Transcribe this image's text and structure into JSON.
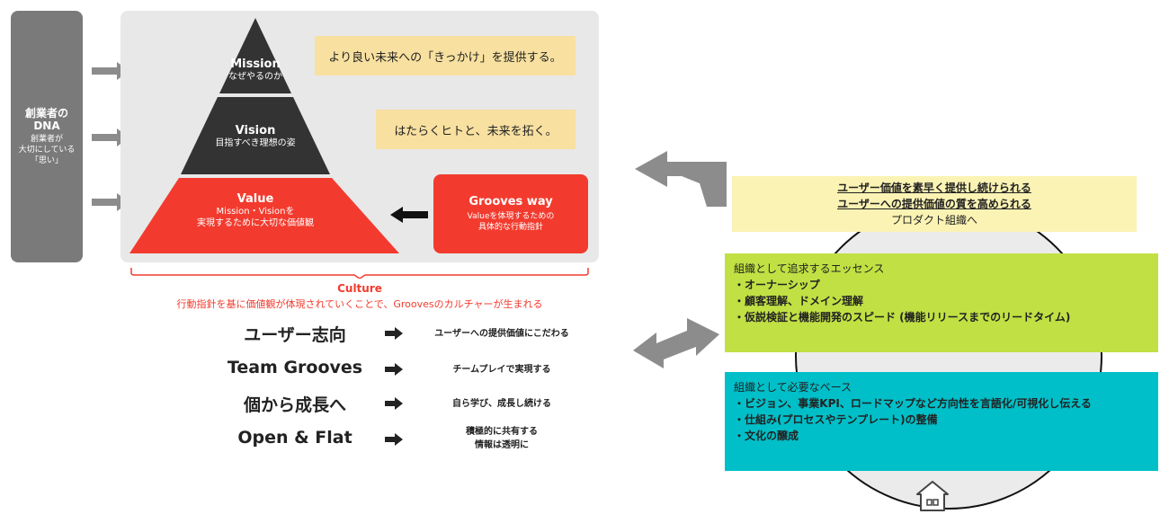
{
  "dna": {
    "title_line1": "創業者の",
    "title_line2": "DNA",
    "sub_line1": "創業者が",
    "sub_line2": "大切にしている",
    "sub_line3": "「思い」"
  },
  "pyramid": {
    "mission_title": "Mission",
    "mission_sub": "なぜやるのか",
    "vision_title": "Vision",
    "vision_sub": "目指すべき理想の姿",
    "value_title": "Value",
    "value_sub1": "Mission・Visionを",
    "value_sub2": "実現するために大切な価値観"
  },
  "mission_statement": "より良い未来への「きっかけ」を提供する。",
  "vision_statement": "はたらくヒトと、未来を拓く。",
  "grooves_way": {
    "title": "Grooves way",
    "sub1": "Valueを体現するための",
    "sub2": "具体的な行動指針"
  },
  "culture": {
    "title": "Culture",
    "description": "行動指針を基に価値観が体現されていくことで、Groovesのカルチャーが生まれる"
  },
  "values": [
    {
      "name": "ユーザー志向",
      "desc1": "ユーザーへの提供価値にこだわる",
      "desc2": ""
    },
    {
      "name": "Team Grooves",
      "desc1": "チームプレイで実現する",
      "desc2": ""
    },
    {
      "name": "個から成長へ",
      "desc1": "自ら学び、成長し続ける",
      "desc2": ""
    },
    {
      "name": "Open & Flat",
      "desc1": "積極的に共有する",
      "desc2": "情報は透明に"
    }
  ],
  "product_org": {
    "line1": "ユーザー価値を素早く提供し続けられる",
    "line2": "ユーザーへの提供価値の質を高められる",
    "line3": "プロダクト組織へ"
  },
  "essence": {
    "title": "組織として追求するエッセンス",
    "items": [
      "・オーナーシップ",
      "・顧客理解、ドメイン理解",
      "・仮説検証と機能開発のスピード (機能リリースまでのリードタイム)"
    ]
  },
  "base": {
    "title": "組織として必要なベース",
    "items": [
      "・ビジョン、事業KPI、ロードマップなど方向性を言語化/可視化し伝える",
      "・仕組み(プロセスやテンプレート)の整備",
      "・文化の醸成"
    ]
  },
  "colors": {
    "pyramid_dark": "#333333",
    "value_red": "#f23b2e",
    "statement_yellow": "#f8e0a0",
    "pale_yellow": "#fbf3b3",
    "essence_green": "#c1e043",
    "base_teal": "#00bfc8",
    "gray_arrow": "#8c8c8c"
  },
  "icons": [
    "arrow-right-icon",
    "arrow-left-icon",
    "house-icon",
    "double-arrow-icon",
    "curved-arrow-icon"
  ]
}
